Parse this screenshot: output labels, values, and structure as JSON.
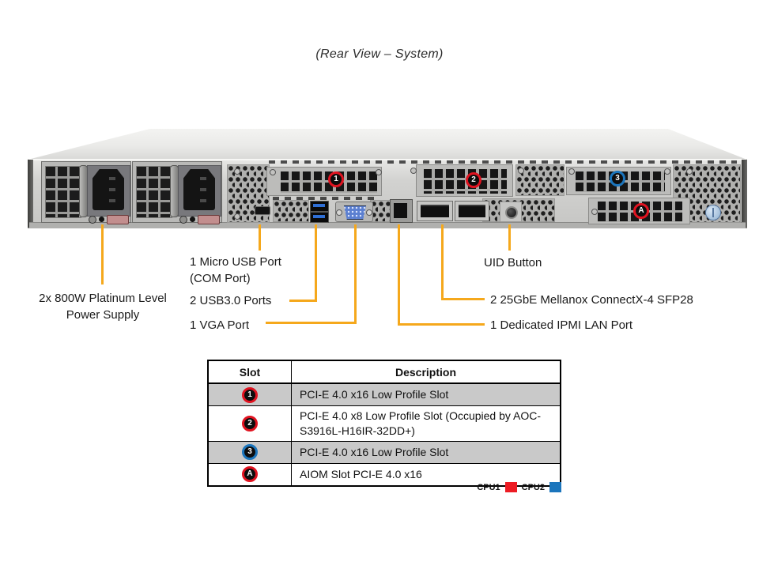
{
  "title": "(Rear View – System)",
  "chassis": {
    "slot_badges": [
      {
        "id": "1",
        "color": "red"
      },
      {
        "id": "2",
        "color": "red"
      },
      {
        "id": "3",
        "color": "blue"
      },
      {
        "id": "A",
        "color": "red"
      }
    ]
  },
  "callouts": {
    "psu": "2x 800W Platinum Level\nPower Supply",
    "micro_usb": "1 Micro USB Port\n(COM Port)",
    "usb3": "2 USB3.0 Ports",
    "vga": "1 VGA Port",
    "uid": "UID Button",
    "sfp": "2 25GbE Mellanox ConnectX-4 SFP28",
    "ipmi": "1 Dedicated IPMI LAN Port"
  },
  "table": {
    "headers": [
      "Slot",
      "Description"
    ],
    "rows": [
      {
        "slot": "1",
        "slot_color": "red",
        "description": "PCI-E 4.0 x16 Low Profile Slot",
        "shaded": true
      },
      {
        "slot": "2",
        "slot_color": "red",
        "description": "PCI-E 4.0 x8 Low Profile Slot (Occupied by AOC-S3916L-H16IR-32DD+)",
        "shaded": false
      },
      {
        "slot": "3",
        "slot_color": "blue",
        "description": "PCI-E 4.0 x16 Low Profile Slot",
        "shaded": true
      },
      {
        "slot": "A",
        "slot_color": "red",
        "description": "AIOM Slot PCI-E 4.0 x16",
        "shaded": false
      }
    ]
  },
  "legend": {
    "items": [
      {
        "label": "CPU1",
        "color": "#ED1C24"
      },
      {
        "label": "CPU2",
        "color": "#1B75BC"
      }
    ]
  },
  "colors": {
    "leader_line": "#F5A81C",
    "badge_red": "#E01320",
    "badge_blue": "#1B75BC",
    "table_shaded_row": "#C9C9C9"
  }
}
